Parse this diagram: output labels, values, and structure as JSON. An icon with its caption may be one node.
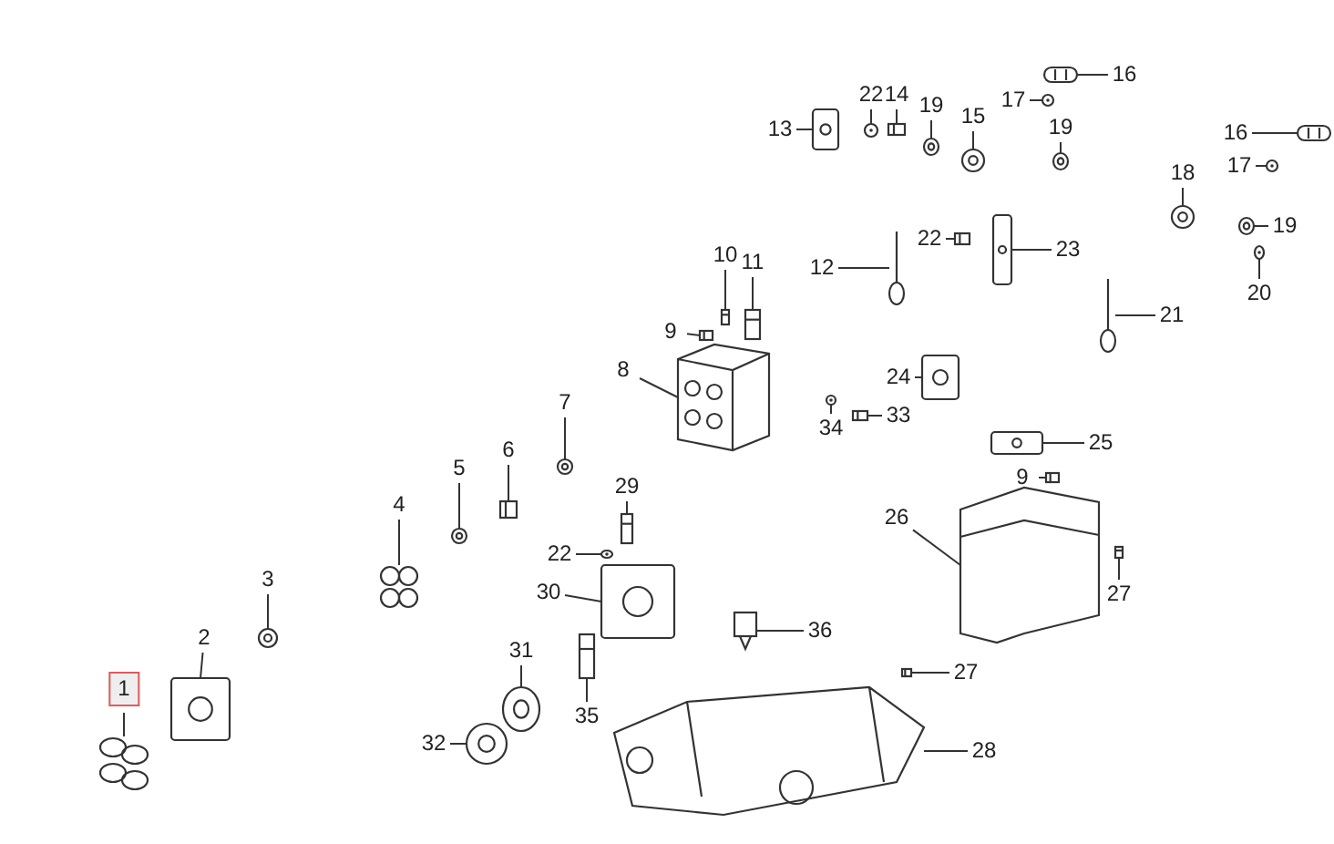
{
  "diagram": {
    "nodes": [
      {
        "text": [
          "16"
        ]
      },
      {
        "text": [
          "22"
        ]
      },
      {
        "text": [
          "14"
        ]
      },
      {
        "text": [
          "19"
        ]
      },
      {
        "text": [
          "17"
        ]
      },
      {
        "text": [
          "13"
        ]
      },
      {
        "text": [
          "15"
        ]
      },
      {
        "text": [
          "19"
        ]
      },
      {
        "text": [
          "16"
        ]
      },
      {
        "text": [
          "17"
        ]
      },
      {
        "text": [
          "18"
        ]
      },
      {
        "text": [
          "19"
        ]
      },
      {
        "text": [
          "20"
        ]
      },
      {
        "text": [
          "22"
        ]
      },
      {
        "text": [
          "23"
        ]
      },
      {
        "text": [
          "10"
        ]
      },
      {
        "text": [
          "11"
        ]
      },
      {
        "text": [
          "12"
        ]
      },
      {
        "text": [
          "21"
        ]
      },
      {
        "text": [
          "9"
        ]
      },
      {
        "text": [
          "8"
        ]
      },
      {
        "text": [
          "24"
        ]
      },
      {
        "text": [
          "7"
        ]
      },
      {
        "text": [
          "34"
        ]
      },
      {
        "text": [
          "33"
        ]
      },
      {
        "text": [
          "25"
        ]
      },
      {
        "text": [
          "9"
        ]
      },
      {
        "text": [
          "5"
        ]
      },
      {
        "text": [
          "6"
        ]
      },
      {
        "text": [
          "4"
        ]
      },
      {
        "text": [
          "26"
        ]
      },
      {
        "text": [
          "29"
        ]
      },
      {
        "text": [
          "22"
        ]
      },
      {
        "text": [
          "30"
        ]
      },
      {
        "text": [
          "27"
        ]
      },
      {
        "text": [
          "3"
        ]
      },
      {
        "text": [
          "2"
        ]
      },
      {
        "text": [
          "36"
        ]
      },
      {
        "text": [
          "31"
        ]
      },
      {
        "text": [
          "35"
        ]
      },
      {
        "text": [
          "27"
        ]
      },
      {
        "text": [
          "1"
        ]
      },
      {
        "text": [
          "32"
        ]
      },
      {
        "text": [
          "28"
        ]
      },
      {
        "text": [],
        "shape": "picture"
      },
      {
        "text": [],
        "shape": "picture"
      },
      {
        "text": [],
        "shape": "picture"
      },
      {
        "text": [],
        "shape": "picture"
      },
      {
        "text": [],
        "shape": "picture"
      },
      {
        "text": [],
        "shape": "picture"
      },
      {
        "text": [],
        "shape": "picture"
      },
      {
        "text": [],
        "shape": "picture"
      },
      {
        "text": [],
        "shape": "picture"
      },
      {
        "text": [],
        "shape": "picture"
      },
      {
        "text": [],
        "shape": "picture"
      },
      {
        "text": [],
        "shape": "picture"
      },
      {
        "text": [],
        "shape": "picture"
      },
      {
        "text": [],
        "shape": "picture"
      },
      {
        "text": [],
        "shape": "picture"
      },
      {
        "text": [],
        "shape": "picture"
      },
      {
        "text": [],
        "shape": "picture"
      },
      {
        "text": [],
        "shape": "picture"
      },
      {
        "text": [],
        "shape": "picture"
      },
      {
        "text": [],
        "shape": "picture"
      },
      {
        "text": [],
        "shape": "picture"
      },
      {
        "text": [],
        "shape": "picture"
      },
      {
        "text": [],
        "shape": "picture"
      },
      {
        "text": [],
        "shape": "picture"
      },
      {
        "text": [],
        "shape": "picture"
      },
      {
        "text": [],
        "shape": "picture"
      },
      {
        "text": [],
        "shape": "picture"
      },
      {
        "text": [],
        "shape": "picture"
      },
      {
        "text": [],
        "shape": "picture"
      },
      {
        "text": [],
        "shape": "picture"
      },
      {
        "text": [],
        "shape": "picture"
      },
      {
        "text": [],
        "shape": "picture"
      },
      {
        "text": [],
        "shape": "picture"
      },
      {
        "text": [],
        "shape": "picture"
      },
      {
        "text": [],
        "shape": "picture"
      },
      {
        "text": [],
        "shape": "picture"
      },
      {
        "text": [],
        "shape": "picture"
      },
      {
        "text": [],
        "shape": "picture"
      },
      {
        "text": [],
        "shape": "picture"
      },
      {
        "text": [],
        "shape": "picture"
      },
      {
        "text": [],
        "shape": "picture"
      },
      {
        "text": [],
        "shape": "picture"
      },
      {
        "text": [],
        "shape": "picture"
      },
      {
        "text": [],
        "shape": "picture"
      }
    ],
    "edges": [
      {
        "from": 0,
        "to": 44,
        "arrow": "none"
      },
      {
        "from": 1,
        "to": 45,
        "arrow": "none"
      },
      {
        "from": 2,
        "to": 46,
        "arrow": "none"
      },
      {
        "from": 3,
        "to": 47,
        "arrow": "none"
      },
      {
        "from": 4,
        "to": 48,
        "arrow": "none"
      },
      {
        "from": 5,
        "to": 49,
        "arrow": "none"
      },
      {
        "from": 6,
        "to": 50,
        "arrow": "none"
      },
      {
        "from": 7,
        "to": 51,
        "arrow": "none"
      },
      {
        "from": 8,
        "to": 52,
        "arrow": "none"
      },
      {
        "from": 9,
        "to": 53,
        "arrow": "none"
      },
      {
        "from": 10,
        "to": 54,
        "arrow": "none"
      },
      {
        "from": 11,
        "to": 55,
        "arrow": "none"
      },
      {
        "from": 12,
        "to": 56,
        "arrow": "none"
      },
      {
        "from": 13,
        "to": 57,
        "arrow": "none"
      },
      {
        "from": 14,
        "to": 58,
        "arrow": "none"
      },
      {
        "from": 15,
        "to": 59,
        "arrow": "none"
      },
      {
        "from": 16,
        "to": 60,
        "arrow": "none"
      },
      {
        "from": 17,
        "to": 61,
        "arrow": "none"
      },
      {
        "from": 18,
        "to": 62,
        "arrow": "none"
      },
      {
        "from": 19,
        "to": 63,
        "arrow": "none"
      },
      {
        "from": 20,
        "to": 64,
        "arrow": "none"
      },
      {
        "from": 21,
        "to": 65,
        "arrow": "none"
      },
      {
        "from": 22,
        "to": 66,
        "arrow": "none"
      },
      {
        "from": 23,
        "to": 67,
        "arrow": "none"
      },
      {
        "from": 24,
        "to": 68,
        "arrow": "none"
      },
      {
        "from": 25,
        "to": 69,
        "arrow": "none"
      },
      {
        "from": 26,
        "to": 70,
        "arrow": "none"
      },
      {
        "from": 27,
        "to": 71,
        "arrow": "none"
      },
      {
        "from": 28,
        "to": 72,
        "arrow": "none"
      },
      {
        "from": 29,
        "to": 73,
        "arrow": "none"
      },
      {
        "from": 30,
        "to": 74,
        "arrow": "none"
      },
      {
        "from": 31,
        "to": 75,
        "arrow": "none"
      },
      {
        "from": 32,
        "to": 76,
        "arrow": "none"
      },
      {
        "from": 33,
        "to": 77,
        "arrow": "none"
      },
      {
        "from": 34,
        "to": 78,
        "arrow": "none"
      },
      {
        "from": 35,
        "to": 79,
        "arrow": "none"
      },
      {
        "from": 36,
        "to": 80,
        "arrow": "none"
      },
      {
        "from": 37,
        "to": 81,
        "arrow": "none"
      },
      {
        "from": 38,
        "to": 82,
        "arrow": "none"
      },
      {
        "from": 39,
        "to": 83,
        "arrow": "none"
      },
      {
        "from": 40,
        "to": 84,
        "arrow": "none"
      },
      {
        "from": 41,
        "to": 85,
        "arrow": "none"
      },
      {
        "from": 42,
        "to": 86,
        "arrow": "none"
      },
      {
        "from": 43,
        "to": 87,
        "arrow": "none"
      }
    ]
  }
}
